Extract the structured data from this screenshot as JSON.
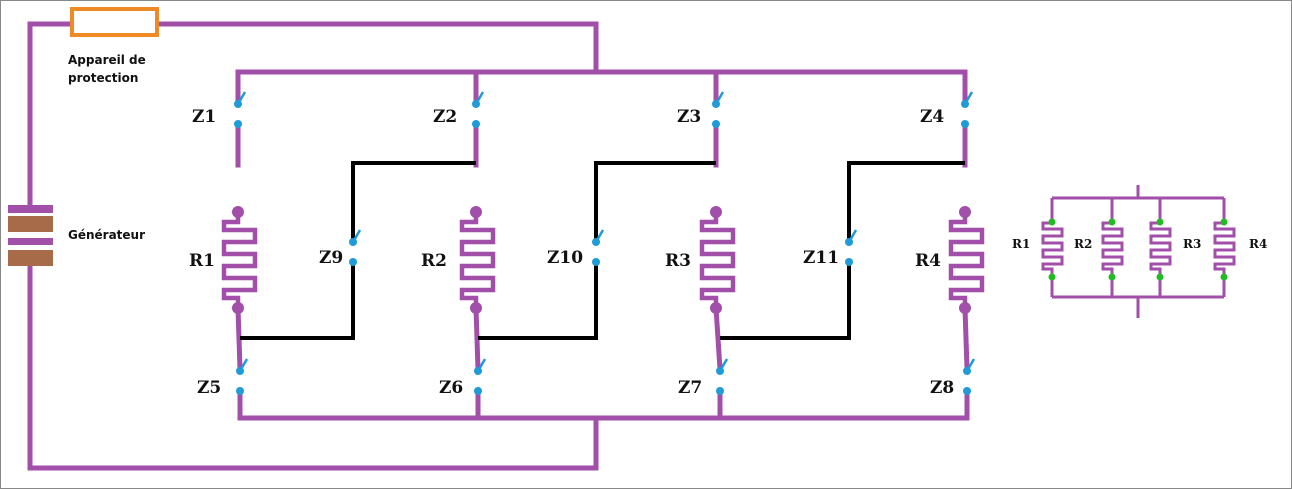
{
  "protection_label": "Appareil de protection",
  "protection_label_line1": "Appareil de",
  "protection_label_line2": "protection",
  "generator_label": "Générateur",
  "resistors": [
    "R1",
    "R2",
    "R3",
    "R4"
  ],
  "top_switches": [
    "Z1",
    "Z2",
    "Z3",
    "Z4"
  ],
  "bottom_switches": [
    "Z5",
    "Z6",
    "Z7",
    "Z8"
  ],
  "bridge_switches": [
    "Z9",
    "Z10",
    "Z11"
  ],
  "equivalent": {
    "resistors": [
      "R1",
      "R2",
      "R3",
      "R4"
    ]
  },
  "colors": {
    "wire": "#a14fa8",
    "bridge_wire": "#000000",
    "switch": "#1f9bd8",
    "protection": "#f08a24",
    "generator": "#a86b4a",
    "junction_small": "#22bb22"
  }
}
